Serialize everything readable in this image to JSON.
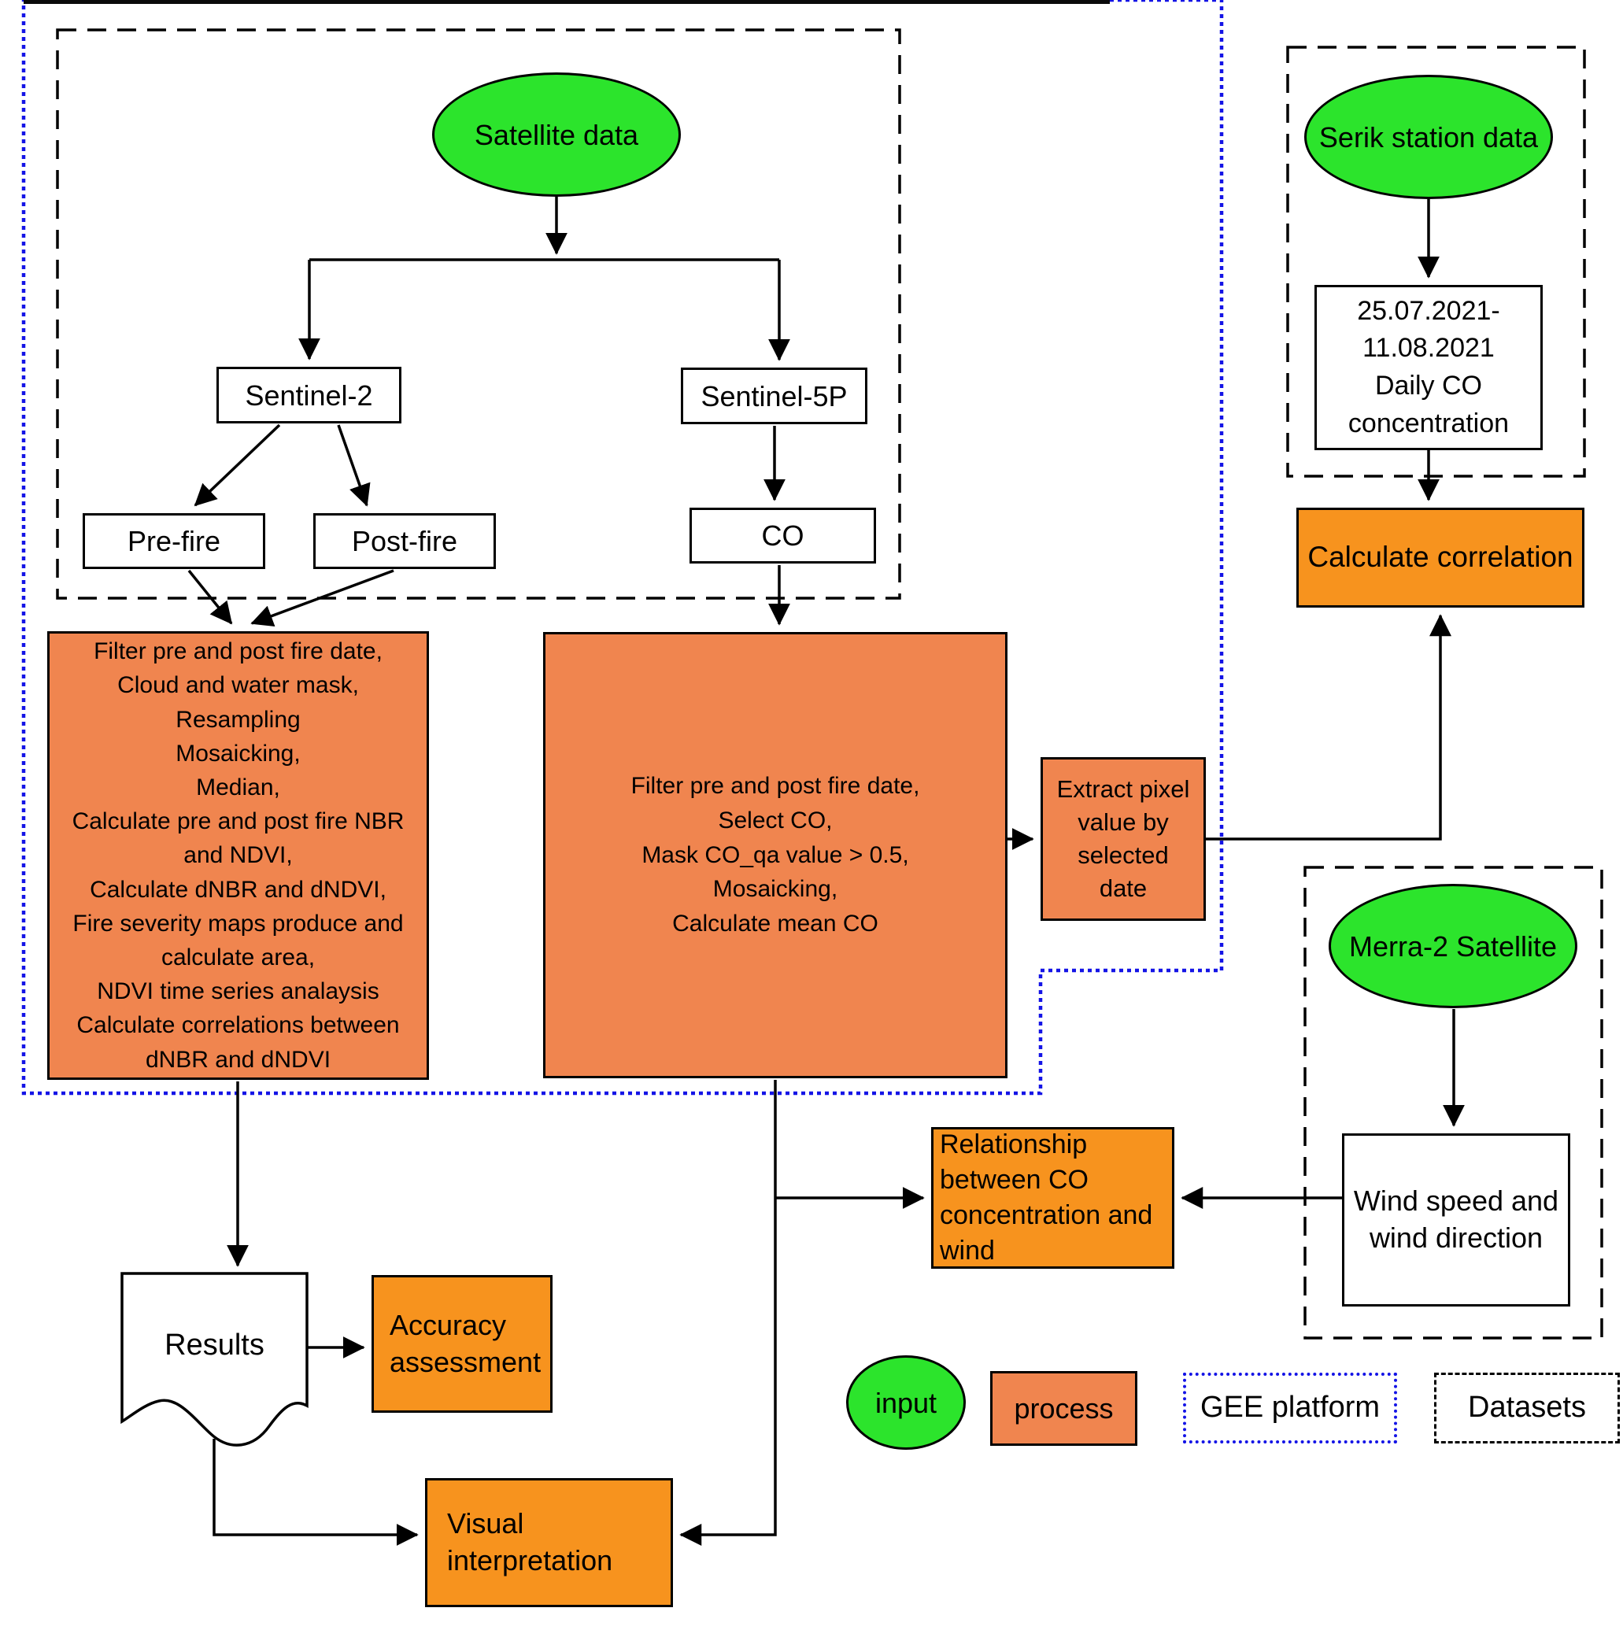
{
  "colors": {
    "input-green": "#2CE42C",
    "process-light": "#F0854F",
    "process-dark": "#F7931E",
    "gee-blue": "#1414E6"
  },
  "nodes": {
    "satellite_data": "Satellite data",
    "sentinel2": "Sentinel-2",
    "sentinel5p": "Sentinel-5P",
    "prefire": "Pre-fire",
    "postfire": "Post-fire",
    "co": "CO",
    "s2_processing": "Filter pre and post fire date,\nCloud and water mask,\nResampling\nMosaicking,\nMedian,\nCalculate pre and post fire NBR and NDVI,\nCalculate dNBR and dNDVI,\nFire severity maps produce and calculate area,\nNDVI time series analaysis\nCalculate correlations between dNBR and dNDVI",
    "s5p_processing": "Filter pre and post fire date,\nSelect CO,\nMask CO_qa value > 0.5,\nMosaicking,\nCalculate mean CO",
    "extract_pixel": "Extract pixel\nvalue by\nselected\ndate",
    "serik_station": "Serik station data",
    "daily_co": "25.07.2021-\n11.08.2021\nDaily CO\nconcentration",
    "calculate_correlation": "Calculate correlation",
    "merra2": "Merra-2 Satellite",
    "wind": "Wind speed and\nwind direction",
    "relationship": "Relationship\nbetween CO\nconcentration and\nwind",
    "results": "Results",
    "accuracy": "Accuracy\nassessment",
    "visual": "Visual\ninterpretation"
  },
  "legend": {
    "input": "input",
    "process": "process",
    "gee_platform": "GEE platform",
    "datasets": "Datasets"
  }
}
